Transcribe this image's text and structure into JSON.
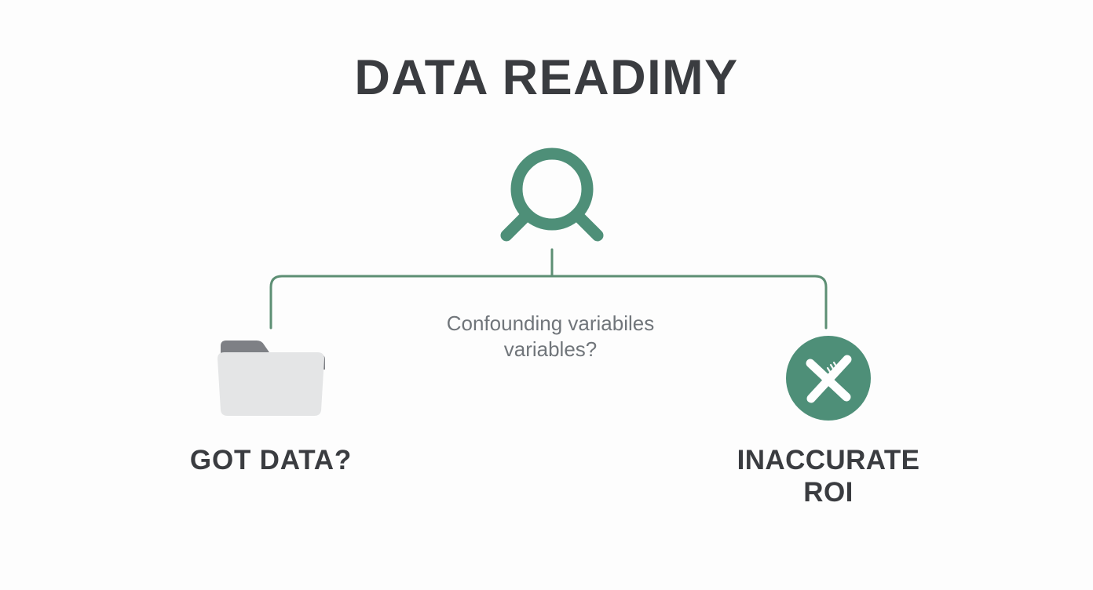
{
  "page": {
    "title": "DATA READIMY",
    "background_color": "#fdfdfd",
    "accent_color": "#4e8f78",
    "title_color": "#3a3c40",
    "muted_text_color": "#70757a"
  },
  "root": {
    "icon": "magnifying-glass-icon",
    "icon_color": "#4e8f78"
  },
  "branch": {
    "label_line_1": "Confounding variabiles",
    "label_line_2": "variables?"
  },
  "nodes": [
    {
      "id": "got-data",
      "icon": "folder-icon",
      "icon_body_color": "#e4e5e6",
      "icon_tab_color": "#7e8085",
      "label_line_1": "GOT DATA?",
      "label_line_2": ""
    },
    {
      "id": "inaccurate-roi",
      "icon": "circle-x-icon",
      "icon_circle_color": "#4e8f78",
      "icon_mark_color": "#ffffff",
      "label_line_1": "INACCURATE",
      "label_line_2": "ROI"
    }
  ],
  "connectors": {
    "line_color": "#5d8f74",
    "line_width": 3
  }
}
